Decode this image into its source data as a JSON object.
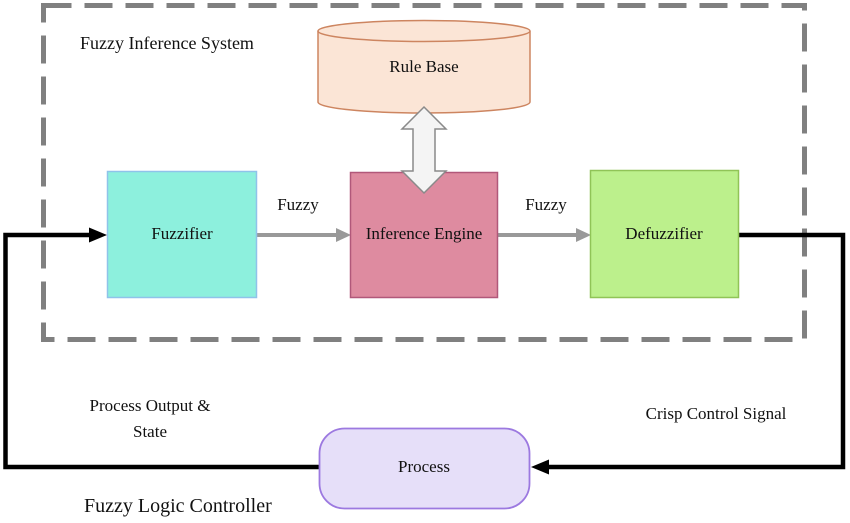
{
  "diagram": {
    "outer_label": "Fuzzy Logic Controller",
    "boundary_label": "Fuzzy Inference System",
    "nodes": {
      "rule_base": {
        "label": "Rule Base",
        "shape": "cylinder",
        "fill": "#FBE5D6",
        "stroke": "#CD8560"
      },
      "fuzzifier": {
        "label": "Fuzzifier",
        "shape": "rect",
        "fill": "#8DF0DD",
        "stroke": "#8FC3EA"
      },
      "inference_engine": {
        "label": "Inference Engine",
        "shape": "rect",
        "fill": "#DE8BA0",
        "stroke": "#B1587A"
      },
      "defuzzifier": {
        "label": "Defuzzifier",
        "shape": "rect",
        "fill": "#BCF08C",
        "stroke": "#90C457"
      },
      "process": {
        "label": "Process",
        "shape": "rounded-rect",
        "fill": "#E6DFF9",
        "stroke": "#9C79E0"
      }
    },
    "edge_labels": {
      "fuzzifier_to_inference": "Fuzzy",
      "inference_to_defuzzifier": "Fuzzy",
      "feedback_line1": "Process Output &",
      "feedback_line2": "State",
      "crisp_signal": "Crisp Control Signal"
    },
    "colors": {
      "boundary_dash": "#808080",
      "signal_line": "#000000",
      "fuzzy_arrow": "#999999",
      "rule_link_fill": "#F4F4F4",
      "rule_link_stroke": "#8A8A8A"
    }
  }
}
